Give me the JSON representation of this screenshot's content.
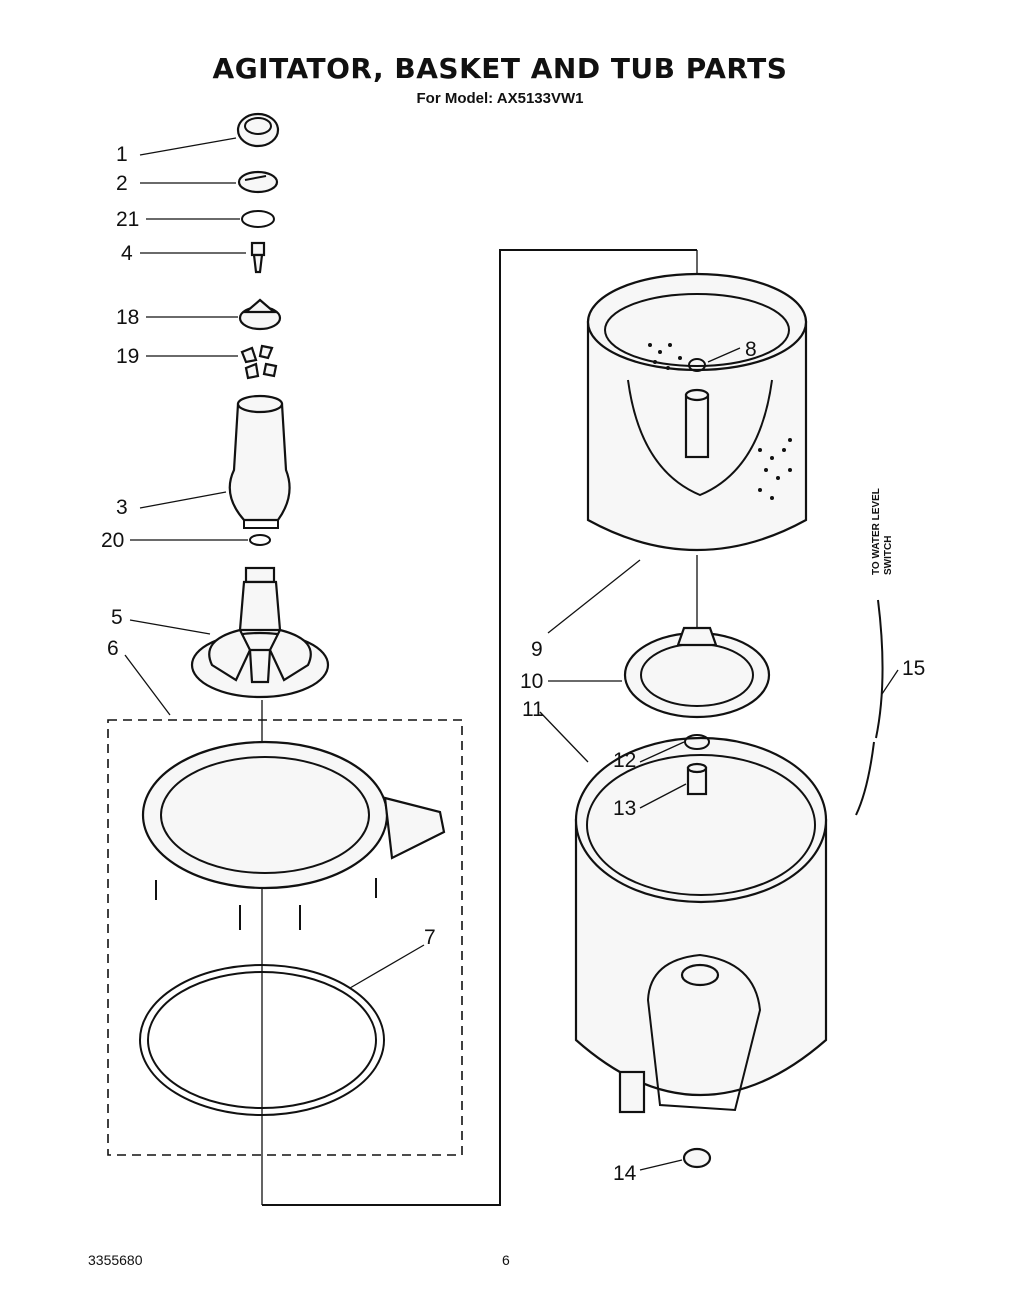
{
  "title": "AGITATOR, BASKET AND TUB PARTS",
  "subtitle": "For Model: AX5133VW1",
  "side_label": [
    "TO WATER LEVEL",
    "SWITCH"
  ],
  "footer": {
    "doc_number": "3355680",
    "page_number": "6"
  },
  "callouts": [
    {
      "id": "c1",
      "text": "1"
    },
    {
      "id": "c2",
      "text": "2"
    },
    {
      "id": "c21",
      "text": "21"
    },
    {
      "id": "c4",
      "text": "4"
    },
    {
      "id": "c18",
      "text": "18"
    },
    {
      "id": "c19",
      "text": "19"
    },
    {
      "id": "c3",
      "text": "3"
    },
    {
      "id": "c20",
      "text": "20"
    },
    {
      "id": "c5",
      "text": "5"
    },
    {
      "id": "c6",
      "text": "6"
    },
    {
      "id": "c7",
      "text": "7"
    },
    {
      "id": "c8",
      "text": "8"
    },
    {
      "id": "c9",
      "text": "9"
    },
    {
      "id": "c10",
      "text": "10"
    },
    {
      "id": "c11",
      "text": "11"
    },
    {
      "id": "c12",
      "text": "12"
    },
    {
      "id": "c13",
      "text": "13"
    },
    {
      "id": "c14",
      "text": "14"
    },
    {
      "id": "c15",
      "text": "15"
    }
  ]
}
